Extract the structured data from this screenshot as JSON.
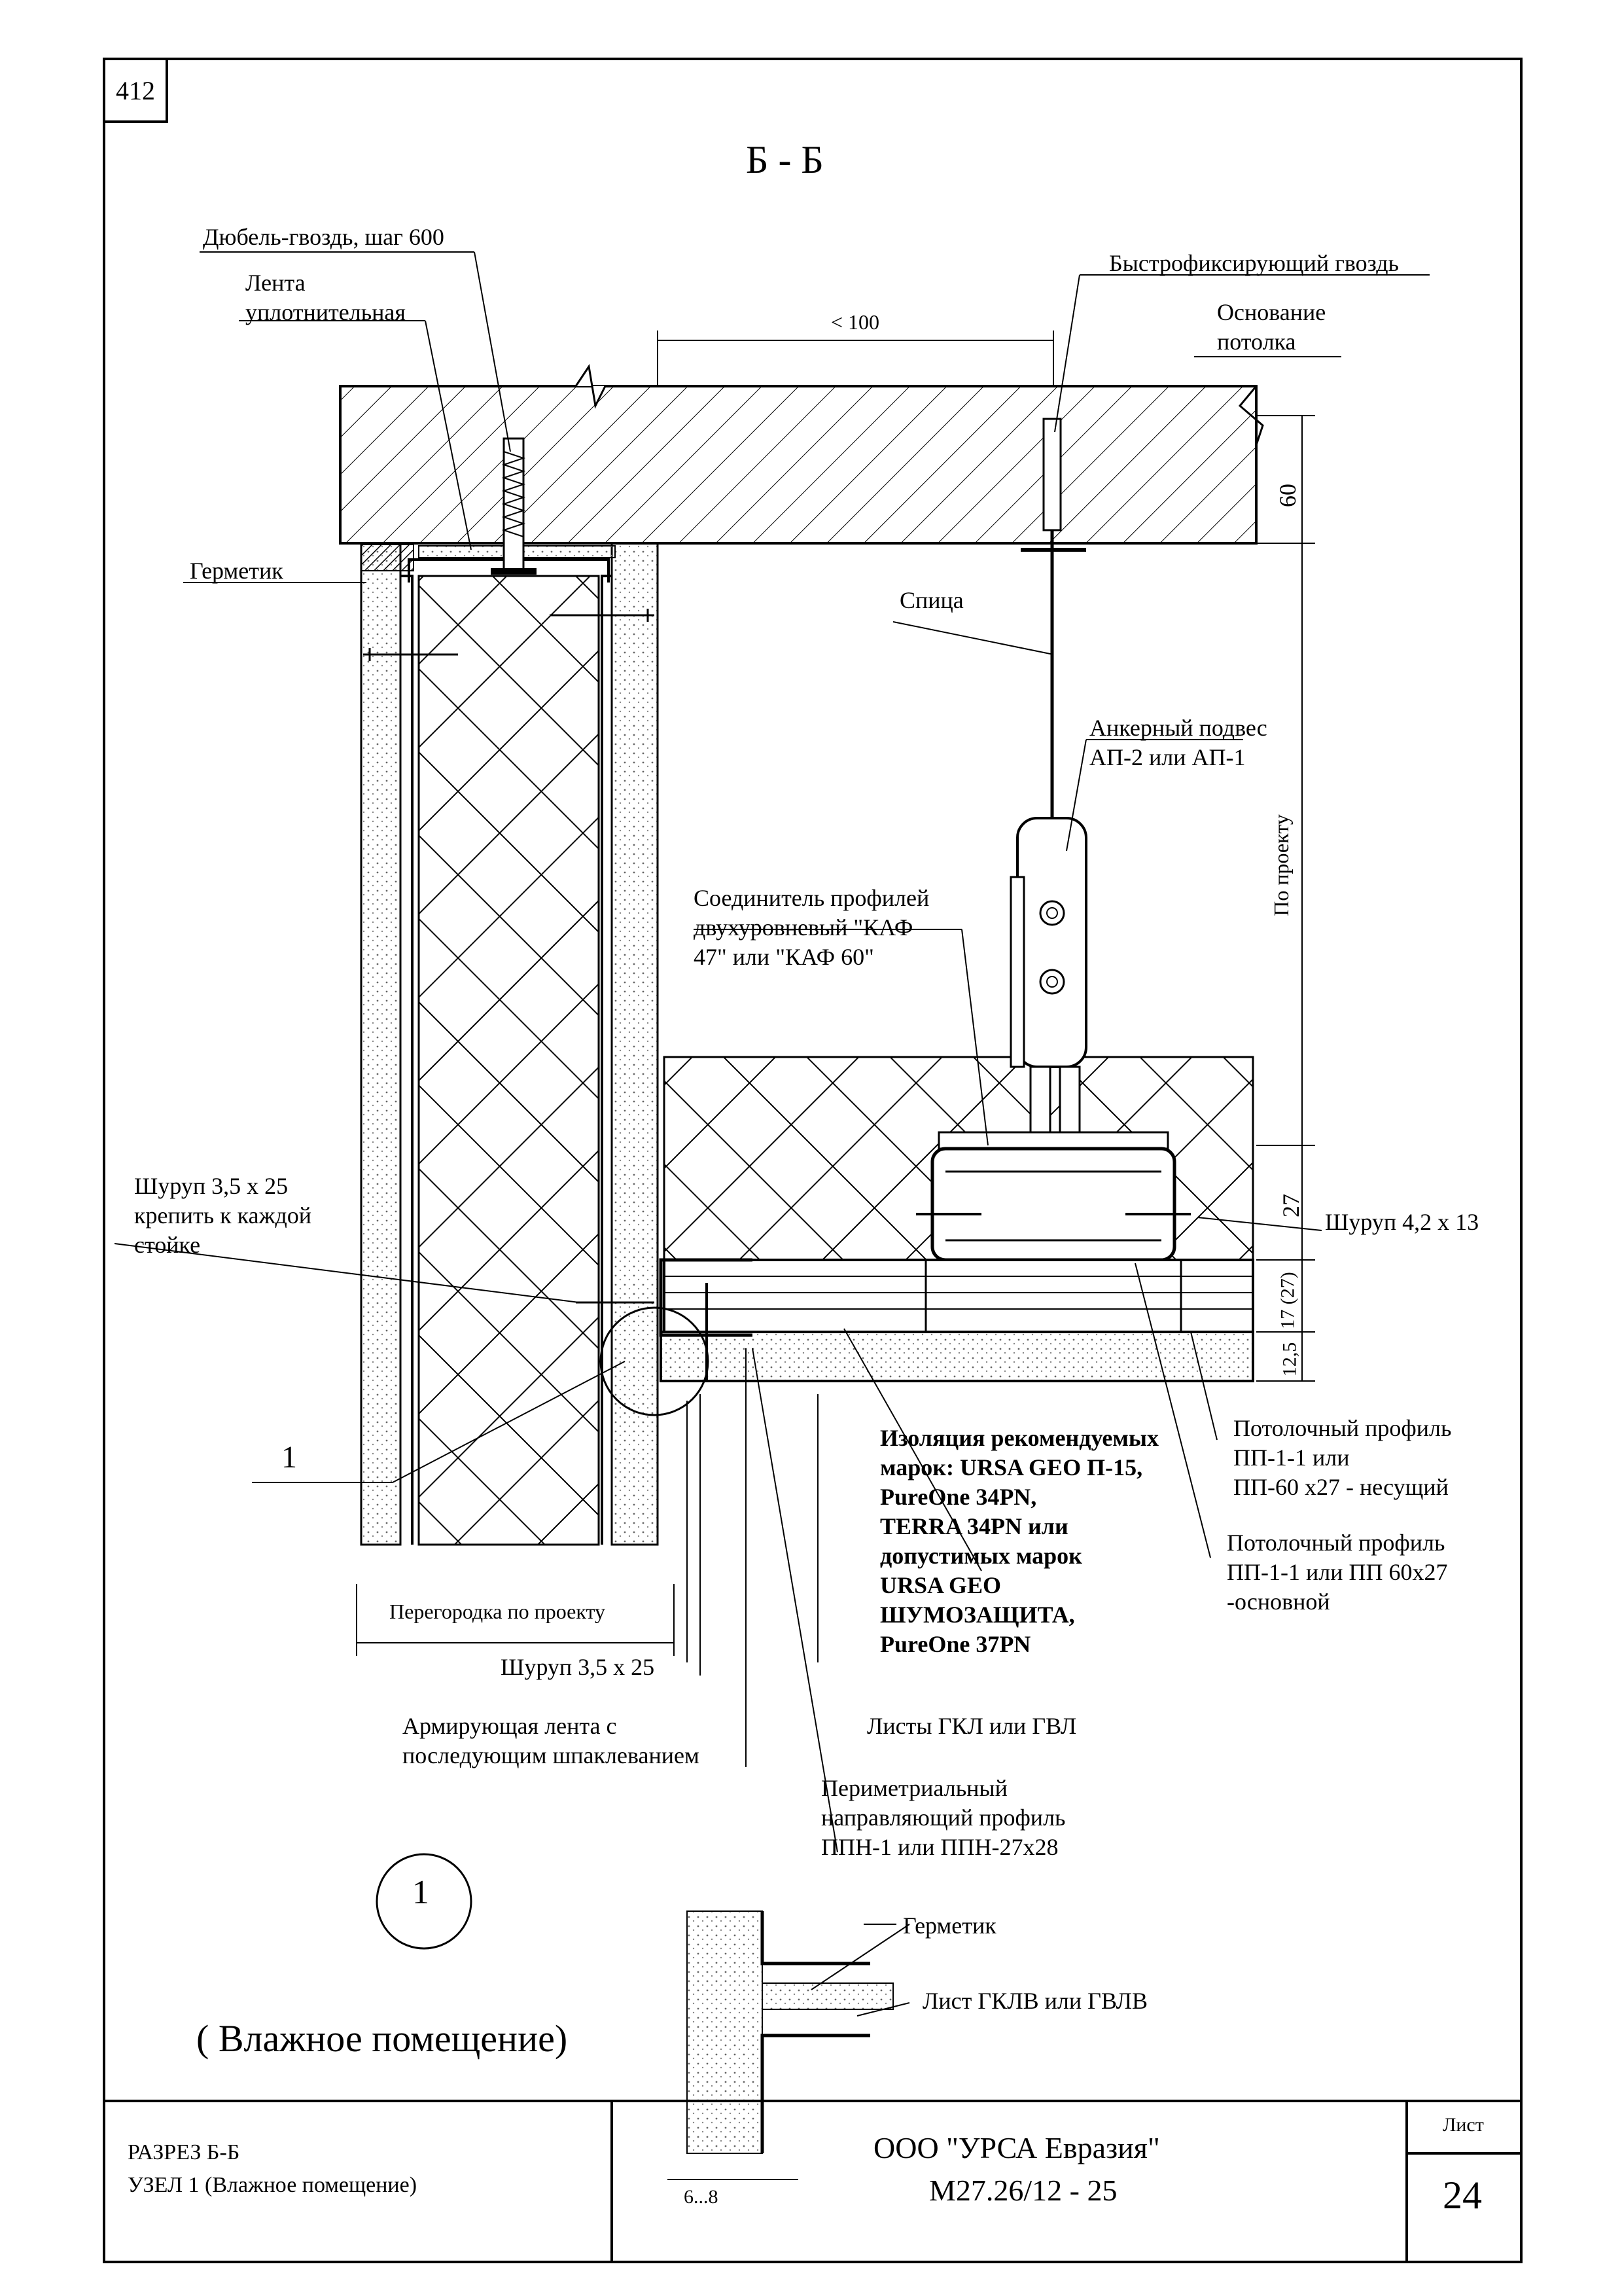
{
  "sheet_number_corner": "412",
  "section_title": "Б - Б",
  "callouts": {
    "dowel": "Дюбель-гвоздь, шаг 600",
    "tape_1": "Лента",
    "tape_2": "уплотнительная",
    "sealant_top": "Герметик",
    "fast_nail": "Быстрофиксирующий гвоздь",
    "base_1": "Основание",
    "base_2": "потолка",
    "dim_100": "< 100",
    "dim_60": "60",
    "rod": "Спица",
    "anchor_1": "Анкерный подвес",
    "anchor_2": "АП-2 или АП-1",
    "by_project_v": "По проекту",
    "connector_1": "Соединитель профилей",
    "connector_2": "двухуровневый \"КАФ",
    "connector_3": "47\" или \"КАФ 60\"",
    "screw_35_1": "Шуруп 3,5 х 25",
    "screw_35_2": "крепить к каждой",
    "screw_35_3": "стойке",
    "dim_27": "27",
    "screw_42": "Шуруп 4,2 х 13",
    "dim_17": "17 (27)",
    "dim_125": "12,5",
    "node_label": "1",
    "insulation_1": "Изоляция рекомендуемых",
    "insulation_2": "марок: URSA GEO П-15,",
    "insulation_3": "PureOne 34PN,",
    "insulation_4": "TERRA 34PN или",
    "insulation_5": "допустимых марок",
    "insulation_6": "URSA GEO",
    "insulation_7": "ШУМОЗАЩИТА,",
    "insulation_8": "PureOne 37PN",
    "profile_bearing_1": "Потолочный профиль",
    "profile_bearing_2": "ПП-1-1 или",
    "profile_bearing_3": "ПП-60 х27 - несущий",
    "profile_main_1": "Потолочный профиль",
    "profile_main_2": "ПП-1-1 или ПП 60х27",
    "profile_main_3": "-основной",
    "partition": "Перегородка по проекту",
    "screw_35_b": "Шуруп 3,5 х 25",
    "tape_reinf_1": "Армирующая лента с",
    "tape_reinf_2": "последующим шпаклеванием",
    "sheets": "Листы ГКЛ или ГВЛ",
    "perimeter_1": "Периметриальный",
    "perimeter_2": "направляющий профиль",
    "perimeter_3": "ППН-1 или ППН-27х28"
  },
  "detail": {
    "circle_label": "1",
    "caption": "( Влажное помещение)",
    "sealant": "Герметик",
    "sheet": "Лист ГКЛВ или ГВЛВ",
    "gap": "6...8"
  },
  "title_block": {
    "left_1": "РАЗРЕЗ Б-Б",
    "left_2": "УЗЕЛ 1 (Влажное помещение)",
    "org": "ООО \"УРСА Евразия\"",
    "doc": "М27.26/12 - 25",
    "sheet_label": "Лист",
    "sheet_no": "24"
  }
}
